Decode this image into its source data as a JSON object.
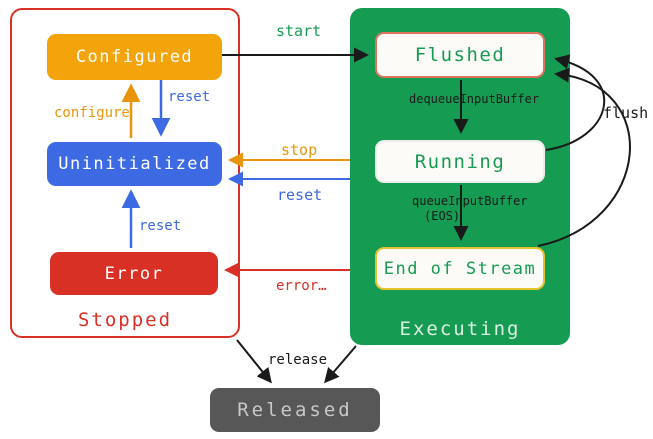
{
  "diagram": {
    "groups": {
      "stopped": {
        "label": "Stopped",
        "states": {
          "configured": "Configured",
          "uninitialized": "Uninitialized",
          "error": "Error"
        }
      },
      "executing": {
        "label": "Executing",
        "states": {
          "flushed": "Flushed",
          "running": "Running",
          "end_of_stream": "End of Stream"
        }
      }
    },
    "states": {
      "released": "Released"
    },
    "edges": {
      "start": "start",
      "configure": "configure",
      "reset_configured": "reset",
      "stop": "stop",
      "reset_executing": "reset",
      "reset_error": "reset",
      "error": "error…",
      "dequeue_input_buffer": "dequeueInputBuffer",
      "queue_input_buffer": "queueInputBuffer",
      "queue_input_buffer_eos": "(EOS)",
      "flush": "flush",
      "release": "release"
    },
    "colors": {
      "orange": "#F2A40A",
      "blue": "#3D6AE2",
      "red": "#D93025",
      "green": "#169C52",
      "flushed_border": "#E0735C",
      "eos_border": "#E5C32A",
      "released_bg": "#575757",
      "released_text": "#C8C8C8"
    }
  }
}
